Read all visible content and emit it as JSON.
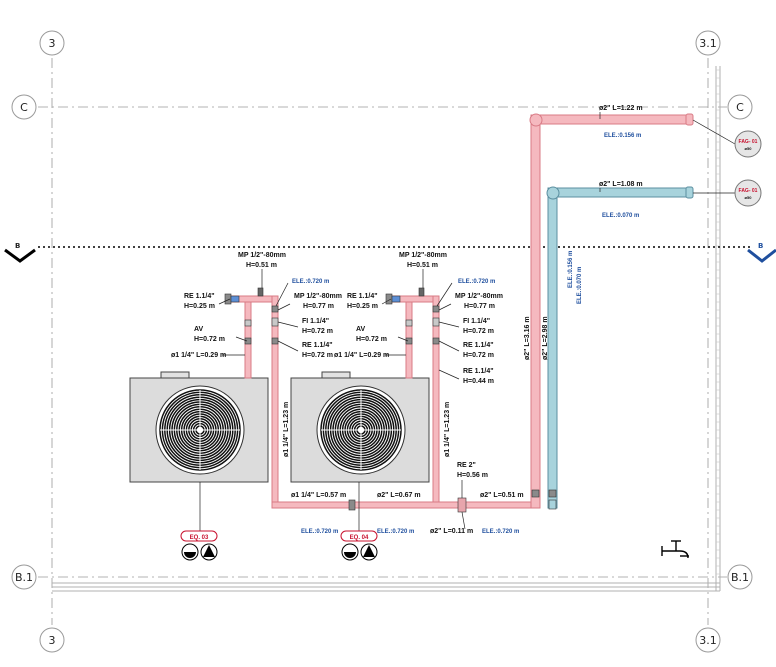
{
  "grid": {
    "left_top": "3",
    "right_top": "3.1",
    "left_bottom": "3",
    "right_bottom": "3.1",
    "row_c_left": "C",
    "row_c_right": "C",
    "row_b1_left": "B.1",
    "row_b1_right": "B.1",
    "section_left": "B",
    "section_right": "B"
  },
  "annotations": {
    "mp1": "MP 1/2\"-80mm",
    "mp1_h": "H=0.51 m",
    "ele_a": "ELE.:0.720 m",
    "re_left1": "RE 1.1/4\"",
    "re_left1_h": "H=0.25 m",
    "mp1b": "MP 1/2\"-80mm",
    "mp1b_h": "H=0.77 m",
    "fi1": "FI 1.1/4\"",
    "fi1_h": "H=0.72 m",
    "av1": "AV",
    "av1_h": "H=0.72 m",
    "re1b": "RE 1.1/4\"",
    "re1b_h": "H=0.72 m",
    "pipe1": "ø1 1/4\"  L=0.29 m",
    "mp2": "MP 1/2\"-80mm",
    "mp2_h": "H=0.51 m",
    "ele_b": "ELE.:0.720 m",
    "re_left2": "RE 1.1/4\"",
    "re_left2_h": "H=0.25 m",
    "mp2b": "MP 1/2\"-80mm",
    "mp2b_h": "H=0.77 m",
    "fi2": "FI 1.1/4\"",
    "fi2_h": "H=0.72 m",
    "av2": "AV",
    "av2_h": "H=0.72 m",
    "re2b": "RE 1.1/4\"",
    "re2b_h": "H=0.72 m",
    "pipe2": "ø1 1/4\"  L=0.29 m",
    "re2c": "RE 1.1/4\"",
    "re2c_h": "H=0.44 m",
    "vert1": "ø1 1/4\"  L=1.23 m",
    "vert2": "ø1 1/4\"  L=1.23 m",
    "re_main": "RE 2\"",
    "re_main_h": "H=0.56 m",
    "h1": "ø1 1/4\"  L=0.57 m",
    "h2": "ø2\"  L=0.67 m",
    "h3": "ø2\"  L=0.51 m",
    "h4": "ø2\"  L=0.11 m",
    "ele_c": "ELE.:0.720 m",
    "ele_d": "ELE.:0.720 m",
    "ele_e": "ELE.:0.720 m",
    "riser_pink": "ø2\"  L=3.16 m",
    "riser_blue": "ø2\"  L=2.98 m",
    "ele_riser1": "ELE.:0.156 m",
    "ele_riser2": "ELE.:0.070 m",
    "top_pink": "ø2\"  L=1.22 m",
    "top_pink_ele": "ELE.:0.156 m",
    "top_blue": "ø2\"  L=1.08 m",
    "top_blue_ele": "ELE.:0.070 m"
  },
  "tags": {
    "eq03": "EQ. 03",
    "eq04": "EQ. 04",
    "fag1": "FAG- 01",
    "fag1_sub": "ø50",
    "fag2": "FAG- 01",
    "fag2_sub": "ø50"
  },
  "colors": {
    "supply_pipe": "#f5b9bf",
    "return_pipe": "#a8d3dc",
    "elevation_text": "#1f4f9e",
    "tag_text": "#c8102e"
  }
}
